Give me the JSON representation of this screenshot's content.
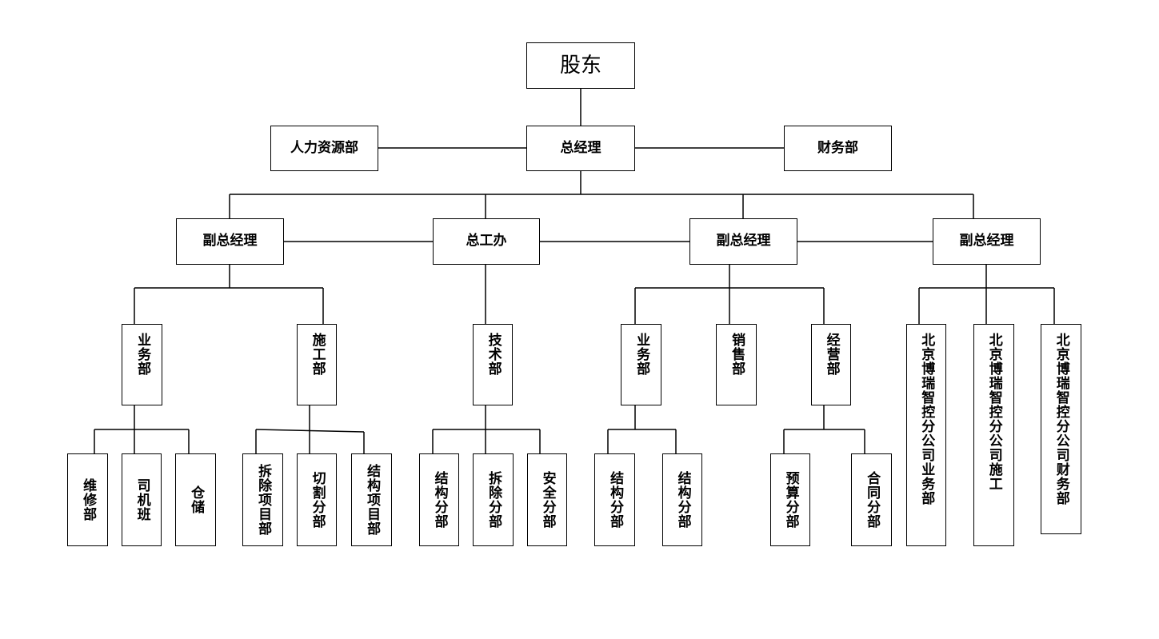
{
  "org": {
    "shareholders": "股东",
    "gm": "总经理",
    "hr": "人力资源部",
    "finance": "财务部",
    "vp1": "副总经理",
    "chief_eng": "总工办",
    "vp2": "副总经理",
    "vp3": "副总经理",
    "vp1_business": "业务部",
    "vp1_construction": "施工部",
    "tech": "技术部",
    "vp2_business": "业务部",
    "vp2_sales": "销售部",
    "vp2_operations": "经营部",
    "branch_business": "北京博瑞智控分公司业务部",
    "branch_construction": "北京博瑞智控分公司施工",
    "branch_finance": "北京博瑞智控分公司财务部",
    "maintenance": "维修部",
    "drivers": "司机班",
    "storage": "仓储",
    "demolition_project": "拆除项目部",
    "cutting_branch": "切割分部",
    "structure_project": "结构项目部",
    "tech_structure": "结构分部",
    "tech_demolition": "拆除分部",
    "tech_safety": "安全分部",
    "biz_structure_a": "结构分部",
    "biz_structure_b": "结构分部",
    "budget": "预算分部",
    "contract": "合同分部"
  }
}
